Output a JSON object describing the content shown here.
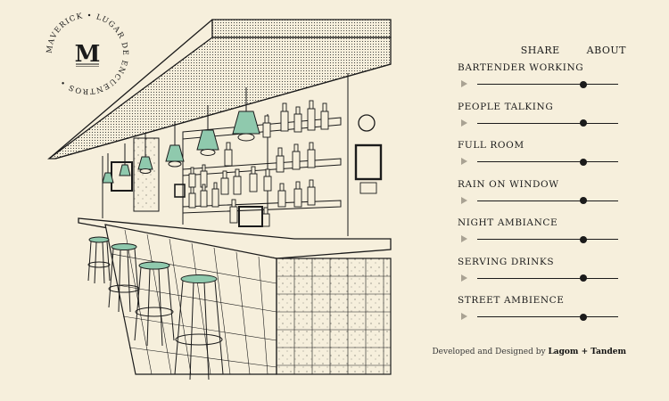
{
  "brand": {
    "monogram": "M",
    "ring_text": "MAVERICK • LUGAR DE ENCUENTROS •"
  },
  "nav": {
    "share_label": "SHARE",
    "about_label": "ABOUT"
  },
  "tracks": [
    {
      "title": "BARTENDER WORKING",
      "volume": 0.75
    },
    {
      "title": "PEOPLE TALKING",
      "volume": 0.75
    },
    {
      "title": "FULL ROOM",
      "volume": 0.75
    },
    {
      "title": "RAIN ON WINDOW",
      "volume": 0.75
    },
    {
      "title": "NIGHT AMBIANCE",
      "volume": 0.75
    },
    {
      "title": "SERVING DRINKS",
      "volume": 0.75
    },
    {
      "title": "STREET AMBIENCE",
      "volume": 0.75
    }
  ],
  "footer": {
    "prefix": "Developed and Designed by",
    "studio": "Lagom + Tandem"
  },
  "colors": {
    "background": "#f6efdc",
    "ink": "#1b1b1b",
    "accent": "#8fc9ad",
    "play": "#a9a293"
  }
}
